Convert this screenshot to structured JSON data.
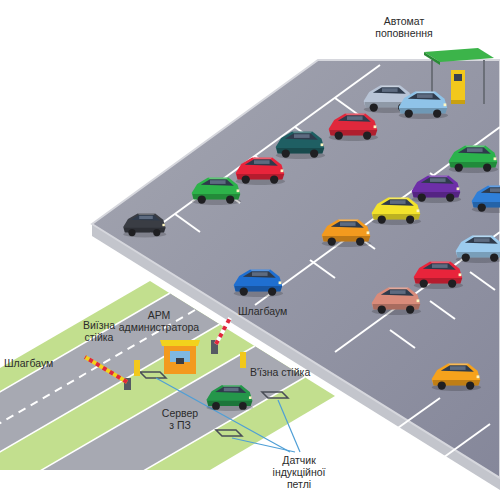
{
  "diagram": {
    "labels": [
      "Автомат поповнення",
      "АРМ администратора",
      "Шлагбаум",
      "Виїзна стійка",
      "Шлагбаум",
      "В'їзна стійка",
      "Сервер з ПЗ",
      "Датчик індукційної петлі"
    ]
  }
}
